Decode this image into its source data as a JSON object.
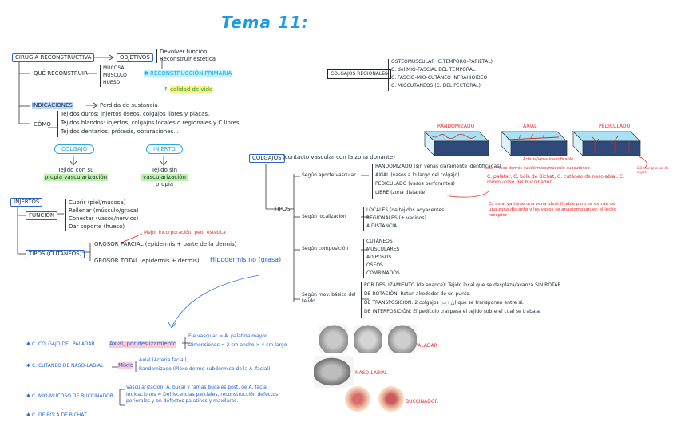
{
  "title": "Tema 11:",
  "cirugia": {
    "header": "CIRUGÍA RECONSTRUCTIVA",
    "objetivos_label": "OBJETIVOS",
    "objetivos": [
      "Devolver función",
      "Reconstruir estética"
    ],
    "primaria": "RECONSTRUCCIÓN PRIMARIA",
    "calidad": "calidad de vida",
    "que_label": "QUÉ RECONSTRUIR",
    "que_items": [
      "MUCOSA",
      "MÚSCULO",
      "HUESO"
    ],
    "indicaciones_label": "INDICACIONES",
    "indicaciones_text": "Pérdida de sustancia",
    "como_label": "CÓMO",
    "como_items": [
      "Tejidos duros: injertos óseos, colgajos libres y placas.",
      "Tejidos blandos: injertos, colgajos locales o regionales y C.libres.",
      "Tejidos dentarios: prótesis, obturaciones..."
    ],
    "colgajo_oval": "COLGAJO",
    "injerto_oval": "INJERTO",
    "colgajo_desc": [
      "Tejido con su",
      "propia vascularización"
    ],
    "injerto_desc": [
      "Tejido sin",
      "vascularización",
      "propia"
    ]
  },
  "injertos": {
    "header": "INJERTOS",
    "funcion_label": "FUNCIÓN",
    "funcion_items": [
      "Cubrir (piel/mucosa)",
      "Rellenar (músculo/grasa)",
      "Conectar (vasos/nervios)",
      "Dar soporte (hueso)"
    ],
    "tipos_label": "TIPOS (CUTÁNEOS)",
    "grosor_parcial": "GROSOR PARCIAL (epidermis + parte de la dermis)",
    "grosor_total": "GROSOR TOTAL (epidermis + dermis)",
    "hipodermis": "Hipodermis no (grasa)",
    "mejor": "Mejor incorporación, peor estética"
  },
  "colgajos_regionales": {
    "label": "COLGAJOS REGIONALES",
    "items": [
      "OSTEOMUSCULAR (C.TEMPORO-PARIETAL)",
      "C. del MIO-FASCIAL DEL TEMPORAL",
      "C. FASCIO-MIO-CUTÁNEO INFRAHIOIDEO",
      "C. MIOCUTÁNEOS (C. DEL PECTORAL)"
    ]
  },
  "diagram": {
    "randomizado": "RANDOMIZADO",
    "axial": "AXIAL",
    "pediculado": "PEDICULADO",
    "arteria_vena": "Arteria/vena identificable",
    "cm": "2,3 más gruesos de cuyos"
  },
  "colgajos": {
    "label": "COLGAJOS",
    "contacto": "(contacto vascular con la zona donante)",
    "tipos": "TIPOS",
    "aporte": {
      "label": "Según aporte vascular",
      "items": [
        "RANDOMIZADO (sin venas claramente identificadas)",
        "AXIAL (vasos a lo largo del colgajo)",
        "PEDICULADO (vasos perforantes)",
        "LIBRE (zona distante)"
      ],
      "note1": "Plexo dermis-subdérmico/músculo-subcutáneo",
      "note2": "C. palatar, C. bola de Bichat, C. cutáneo de nasolabial, C. miomucoso del buccinador",
      "note3": "Es axial ya tiene una vena identificable pero se extrae de una zona distante y los vasos se anastomosan en el lecho receptor"
    },
    "localizacion": {
      "label": "Según localización",
      "items": [
        "LOCALES (de tejidos adyacentes)",
        "REGIONALES (+ vecinos)",
        "A DISTANCIA"
      ]
    },
    "composicion": {
      "label": "Según composición",
      "items": [
        "CUTÁNEOS",
        "MUSCULARES",
        "ADIPOSOS",
        "ÓSEOS",
        "COMBINADOS"
      ]
    },
    "mov": {
      "label": "Según mov. básico del tejido",
      "items": [
        "POR DESLIZAMIENTO (de avance): Tejido local que se desplaza/avanza SIN ROTAR",
        "DE ROTACIÓN: Rotan alrededor de un punto.",
        "DE TRANSPOSICIÓN: 2 colgajos (▭+△) que se transponen entre sí.",
        "DE INTERPOSICIÓN: El pedículo traspasa el tejido sobre el cual se trabaja."
      ]
    }
  },
  "bottom": {
    "palatar": {
      "label": "C. COLGAJO DEL PALADAR",
      "tipo": "Axial, por deslizamiento",
      "items": [
        "Eje vascular = A. palatina mayor",
        "Dimensiones = 2 cm ancho × 4 cm largo"
      ],
      "caption": "PALADAR"
    },
    "nasolabial": {
      "label": "C. CUTÁNEO DE NASO-LABIAL",
      "tipo": "Mixto",
      "items": [
        "Axial (Arteria facial)",
        "Randomizado (Plexo dermo-subdérmico de la A. facial)"
      ],
      "caption": "NASO-LABIAL"
    },
    "buccinador": {
      "label": "C. MIO-MUCOSO DE BUCCINADOR",
      "items": [
        "Vascularización: A. bucal y ramas bucales post. de A. facial",
        "Indicaciones = Dehiscencias parciales, reconstrucción defectos periorales y en defectos palatinos y maxilares."
      ],
      "caption": "BUCCINADOR"
    },
    "bichat": {
      "label": "C. DE BOLA DE BICHAT"
    }
  }
}
